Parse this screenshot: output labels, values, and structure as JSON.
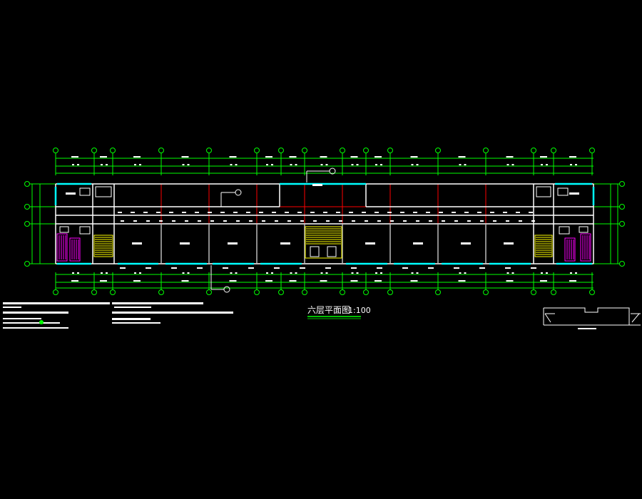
{
  "drawing": {
    "title": "六层平面图",
    "scale": "1:100"
  },
  "colors": {
    "background": "#000000",
    "axis": "#00ff00",
    "wall": "#ffffff",
    "grid_red": "#ff0000",
    "window": "#00ffff",
    "stair": "#ffff00",
    "accent": "#ff00ff"
  },
  "icons": {
    "axis_bubble": "circle-grid-marker",
    "section_marker": "circle-callout"
  }
}
